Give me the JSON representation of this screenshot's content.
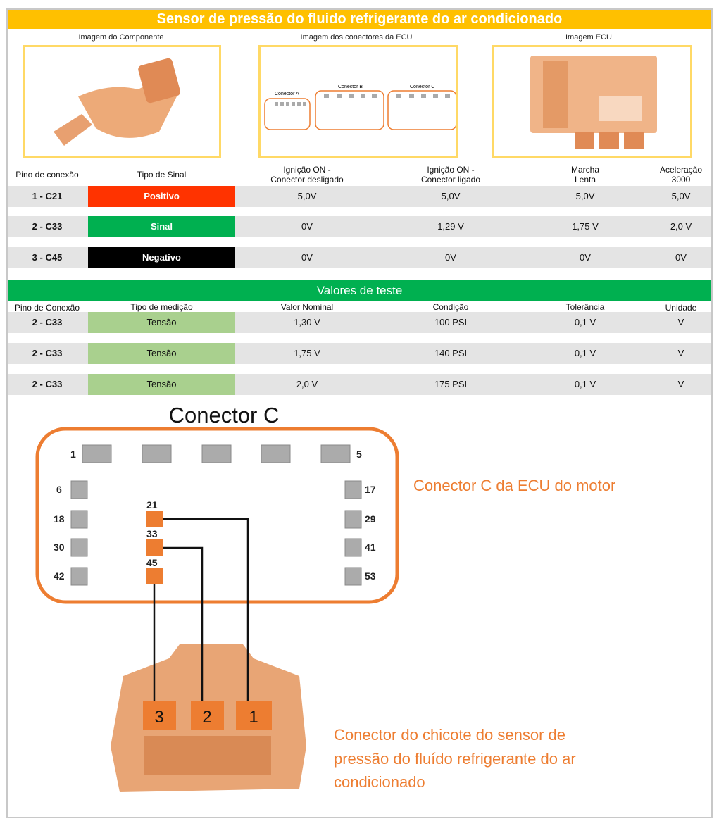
{
  "title": "Sensor de pressão do fluido refrigerante do ar condicionado",
  "images": {
    "component": "Imagem do Componente",
    "connectors": "Imagem dos conectores da ECU",
    "ecu": "Imagem ECU",
    "conn_a": "Conector A",
    "conn_b": "Conector B",
    "conn_c": "Conector C"
  },
  "signal_table": {
    "headers": [
      "Pino de conexão",
      "Tipo de Sinal",
      "Ignição ON -\nConector desligado",
      "Ignição ON -\nConector ligado",
      "Marcha\nLenta",
      "Aceleração\n3000"
    ],
    "rows": [
      {
        "pin": "1 - C21",
        "signal": "Positivo",
        "color": "#FF3300",
        "v1": "5,0V",
        "v2": "5,0V",
        "v3": "5,0V",
        "v4": "5,0V"
      },
      {
        "pin": "2 - C33",
        "signal": "Sinal",
        "color": "#00B050",
        "v1": "0V",
        "v2": "1,29 V",
        "v3": "1,75 V",
        "v4": "2,0 V"
      },
      {
        "pin": "3 - C45",
        "signal": "Negativo",
        "color": "#000000",
        "v1": "0V",
        "v2": "0V",
        "v3": "0V",
        "v4": "0V"
      }
    ]
  },
  "test_table": {
    "title": "Valores de teste",
    "headers": [
      "Pino de Conexão",
      "Tipo de medição",
      "Valor Nominal",
      "Condição",
      "Tolerância",
      "Unidade"
    ],
    "rows": [
      {
        "pin": "2 - C33",
        "type": "Tensão",
        "nominal": "1,30 V",
        "condition": "100 PSI",
        "tolerance": "0,1 V",
        "unit": "V"
      },
      {
        "pin": "2 - C33",
        "type": "Tensão",
        "nominal": "1,75 V",
        "condition": "140 PSI",
        "tolerance": "0,1 V",
        "unit": "V"
      },
      {
        "pin": "2 - C33",
        "type": "Tensão",
        "nominal": "2,0 V",
        "condition": "175 PSI",
        "tolerance": "0,1 V",
        "unit": "V"
      }
    ]
  },
  "diagram": {
    "title": "Conector C",
    "top_pins": [
      "1",
      "5"
    ],
    "left_pins": [
      "6",
      "18",
      "30",
      "42"
    ],
    "right_pins": [
      "17",
      "29",
      "41",
      "53"
    ],
    "mid_pins": [
      "21",
      "33",
      "45"
    ],
    "harness_pins": [
      "3",
      "2",
      "1"
    ],
    "ecu_label": "Conector C da ECU do motor",
    "harness_label": [
      "Conector do chicote do sensor de",
      "pressão do fluído refrigerante do ar",
      "condicionado"
    ]
  }
}
